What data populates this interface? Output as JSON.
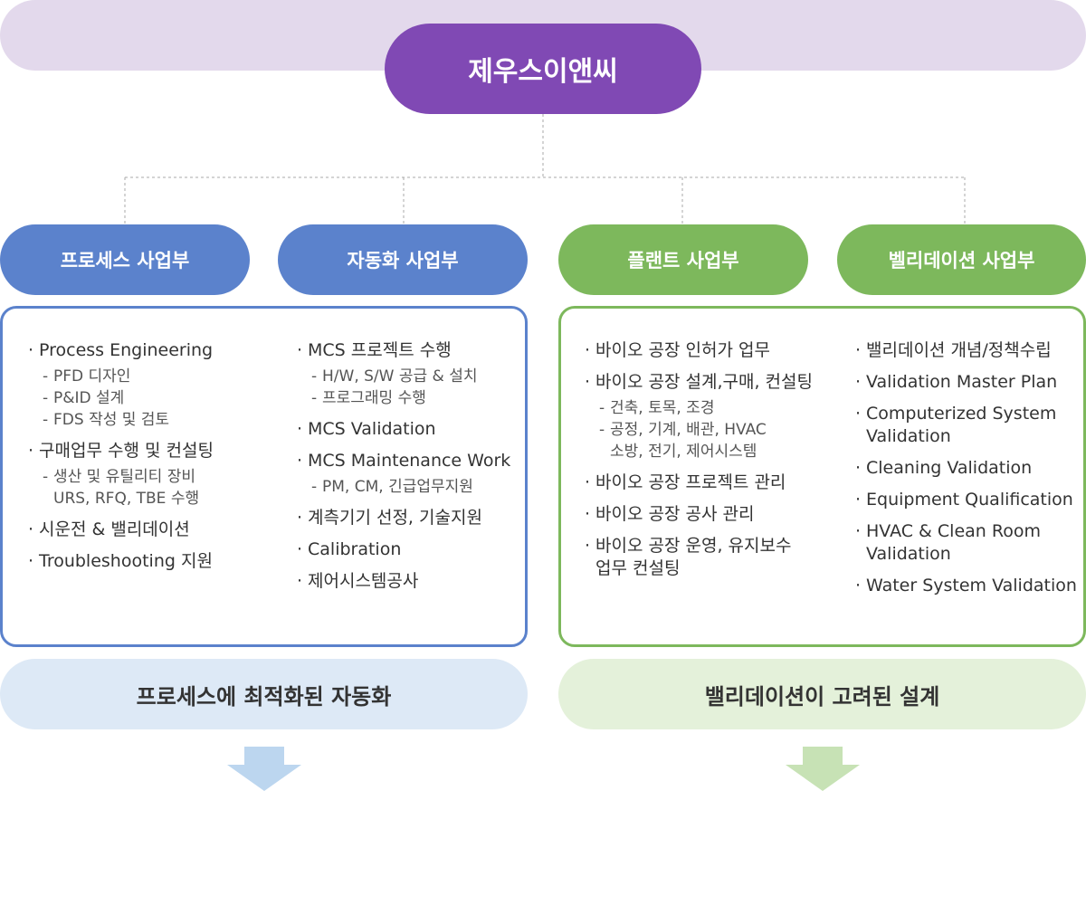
{
  "root": {
    "title": "제우스이앤씨"
  },
  "colors": {
    "root": "#8049b4",
    "blue_division": "#5b82cc",
    "green_division": "#7db85c",
    "blue_summary_bg": "#dde9f6",
    "green_summary_bg": "#e4f1da",
    "core_bg": "#e3d9ec",
    "blue_arrow": "#bcd6ef",
    "green_arrow": "#c7e2b5"
  },
  "divisions": [
    {
      "name": "프로세스 사업부"
    },
    {
      "name": "자동화 사업부"
    },
    {
      "name": "플랜트 사업부"
    },
    {
      "name": "벨리데이션 사업부"
    }
  ],
  "left_box": {
    "col1": [
      {
        "text": "Process Engineering",
        "subs": [
          "PFD 디자인",
          "P&ID 설계",
          "FDS 작성 및 검토"
        ]
      },
      {
        "text": "구매업무 수행 및 컨설팅",
        "subs": [
          "생산 및 유틸리티 장비\nURS, RFQ, TBE 수행"
        ]
      },
      {
        "text": "시운전 & 밸리데이션",
        "subs": []
      },
      {
        "text": "Troubleshooting 지원",
        "subs": []
      }
    ],
    "col2": [
      {
        "text": "MCS 프로젝트 수행",
        "subs": [
          "H/W, S/W 공급 & 설치",
          "프로그래밍 수행"
        ]
      },
      {
        "text": "MCS Validation",
        "subs": []
      },
      {
        "text": "MCS Maintenance Work",
        "subs": [
          "PM, CM, 긴급업무지원"
        ]
      },
      {
        "text": "계측기기 선정, 기술지원",
        "subs": []
      },
      {
        "text": "Calibration",
        "subs": []
      },
      {
        "text": "제어시스템공사",
        "subs": []
      }
    ]
  },
  "right_box": {
    "col1": [
      {
        "text": "바이오 공장 인허가 업무",
        "subs": []
      },
      {
        "text": "바이오 공장 설계,구매, 컨설팅",
        "subs": [
          "건축, 토목, 조경",
          "공정, 기계, 배관, HVAC\n소방, 전기, 제어시스템"
        ]
      },
      {
        "text": "바이오 공장 프로젝트 관리",
        "subs": []
      },
      {
        "text": "바이오 공장 공사 관리",
        "subs": []
      },
      {
        "text": "바이오 공장 운영, 유지보수\n업무 컨설팅",
        "subs": []
      }
    ],
    "col2": [
      {
        "text": "밸리데이션 개념/정책수립",
        "subs": []
      },
      {
        "text": "Validation Master Plan",
        "subs": []
      },
      {
        "text": "Computerized System\nValidation",
        "subs": []
      },
      {
        "text": "Cleaning Validation",
        "subs": []
      },
      {
        "text": "Equipment Qualification",
        "subs": []
      },
      {
        "text": "HVAC & Clean Room\nValidation",
        "subs": []
      },
      {
        "text": "Water System Validation",
        "subs": []
      }
    ]
  },
  "summaries": {
    "left": "프로세스에 최적화된 자동화",
    "right": "밸리데이션이 고려된 설계"
  },
  "core": {
    "title": "핵심 기술"
  },
  "symbols": {
    "bullet": "·",
    "dash": "-"
  }
}
